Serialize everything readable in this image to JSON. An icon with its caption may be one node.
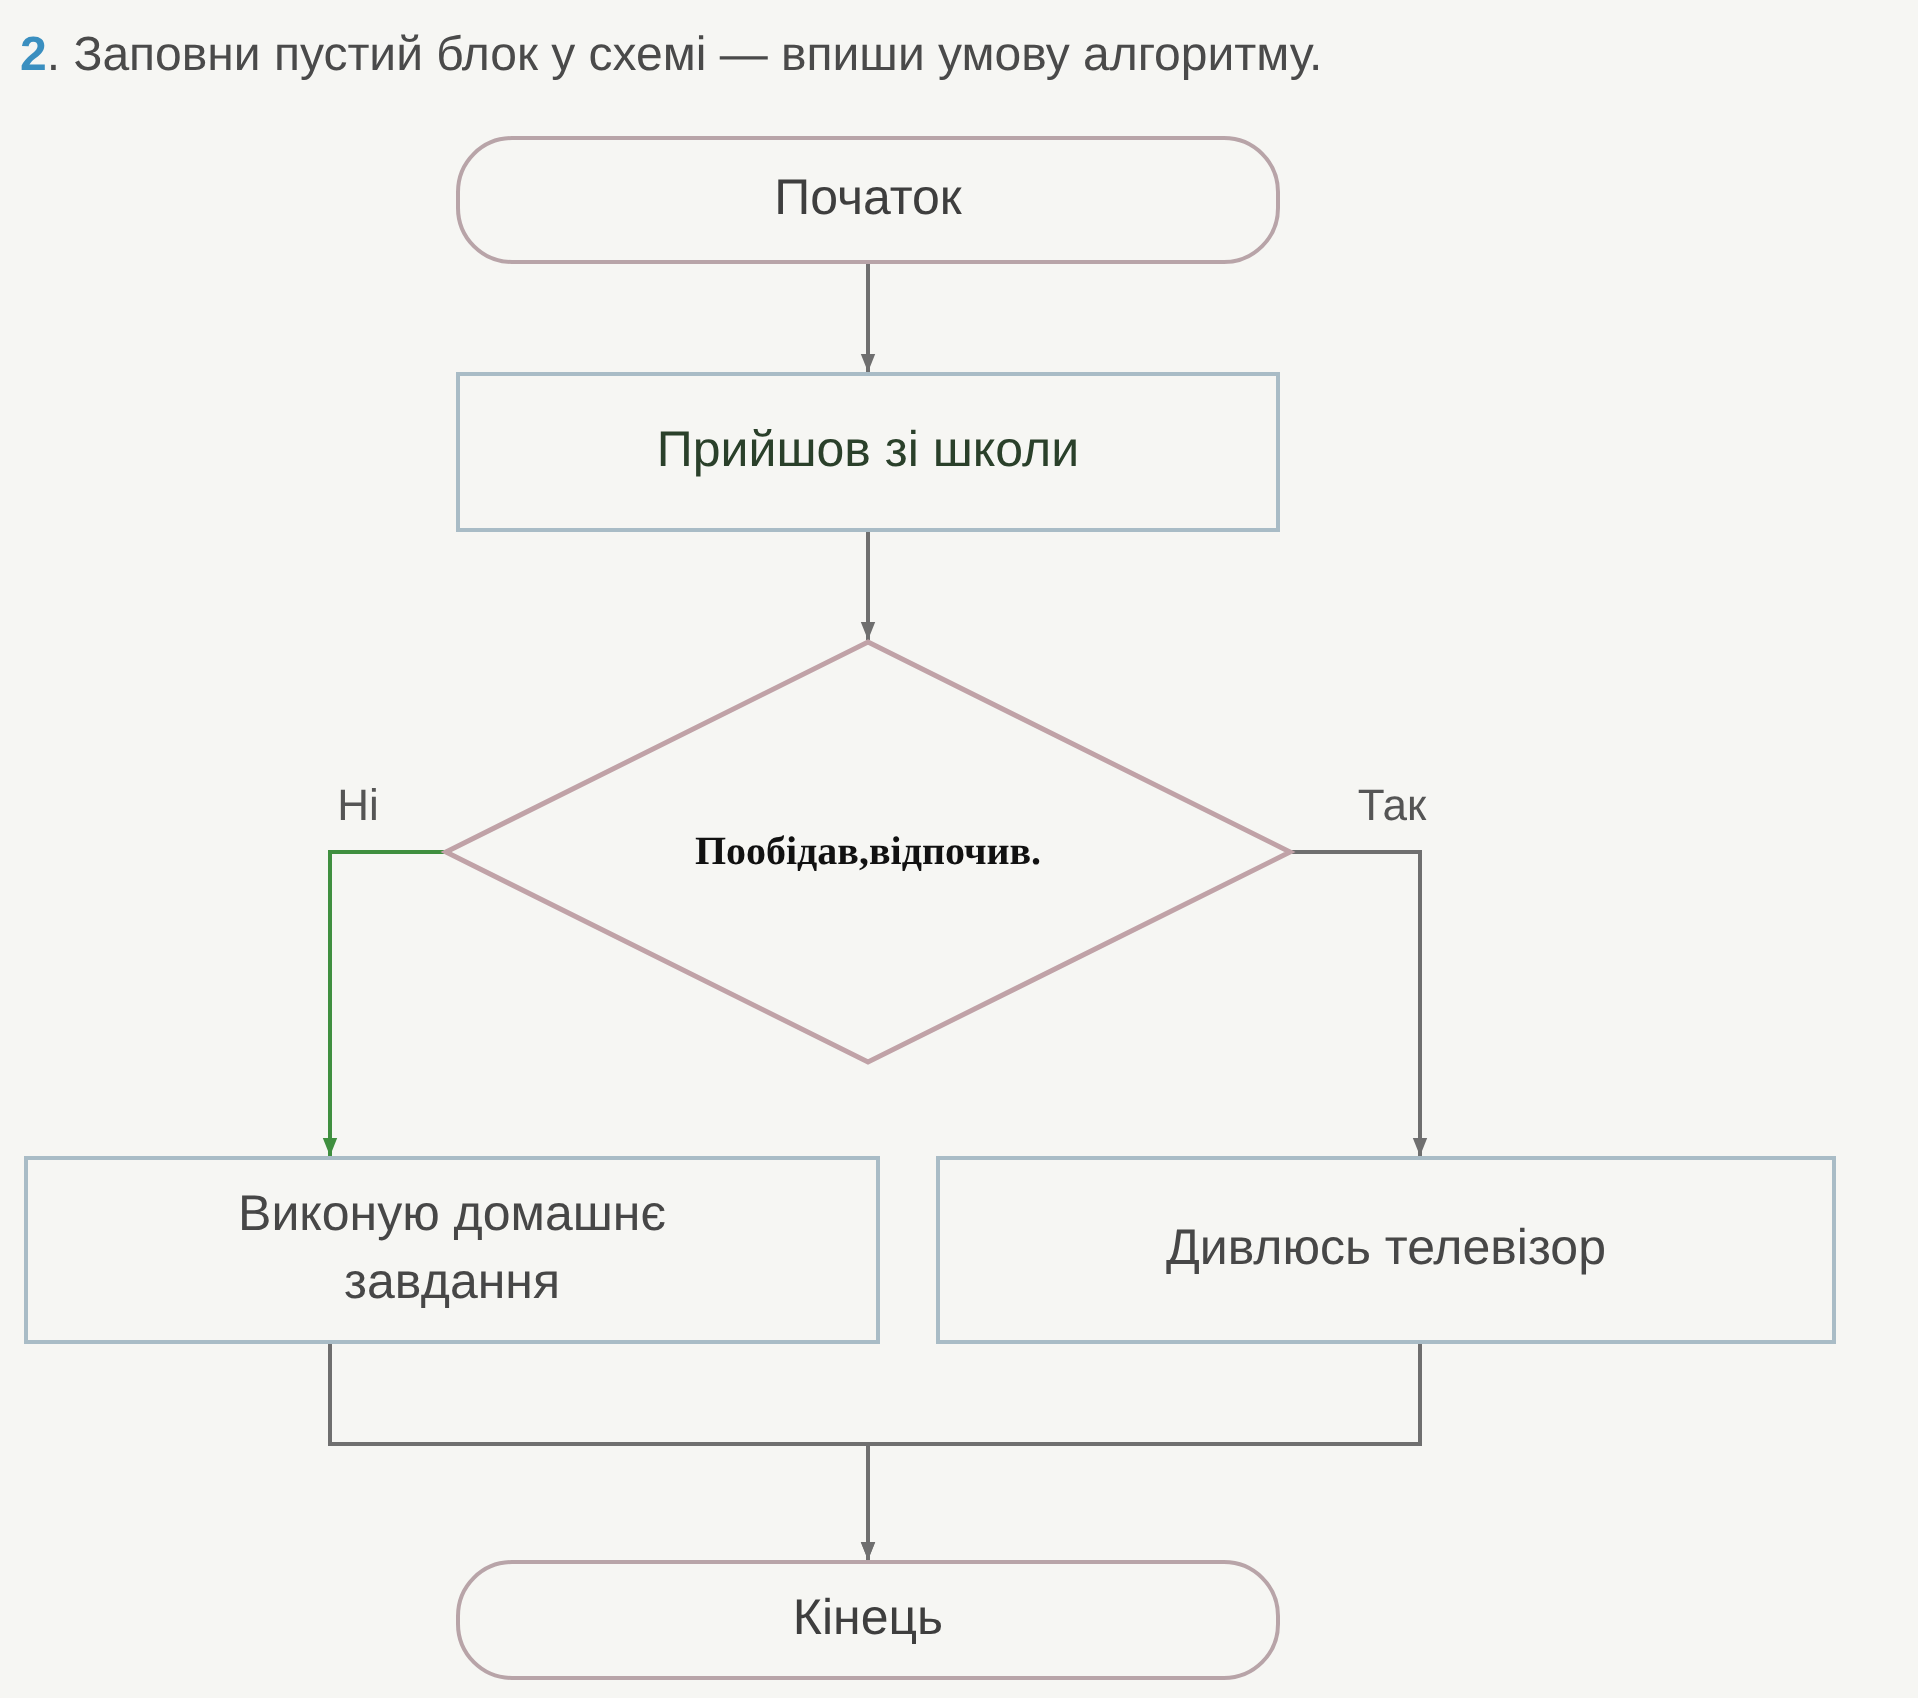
{
  "diagram": {
    "title": "2. Заповни пустий блок у схемі — впиши умову алгоритму.",
    "nodes": [
      {
        "text": [
          "Початок"
        ]
      },
      {
        "text": [
          "Прийшов зі школи"
        ]
      },
      {
        "text": [
          "Пообідав,відпочив."
        ]
      },
      {
        "text": [
          "Виконую домашнє завдання"
        ]
      },
      {
        "text": [
          "Дивлюсь телевізор"
        ]
      },
      {
        "text": [
          "Кінець"
        ]
      }
    ],
    "edges": [
      {
        "from": 0,
        "to": 1,
        "arrow": "to"
      },
      {
        "from": 1,
        "to": 2,
        "arrow": "to"
      },
      {
        "from": 2,
        "to": 3,
        "arrow": "to",
        "label": "Ні",
        "color": "#3f8f3f"
      },
      {
        "from": 2,
        "to": 4,
        "arrow": "to",
        "label": "Так"
      },
      {
        "from": 3,
        "to": 5,
        "arrow": "to"
      },
      {
        "from": 4,
        "to": 5,
        "arrow": "to"
      }
    ]
  }
}
